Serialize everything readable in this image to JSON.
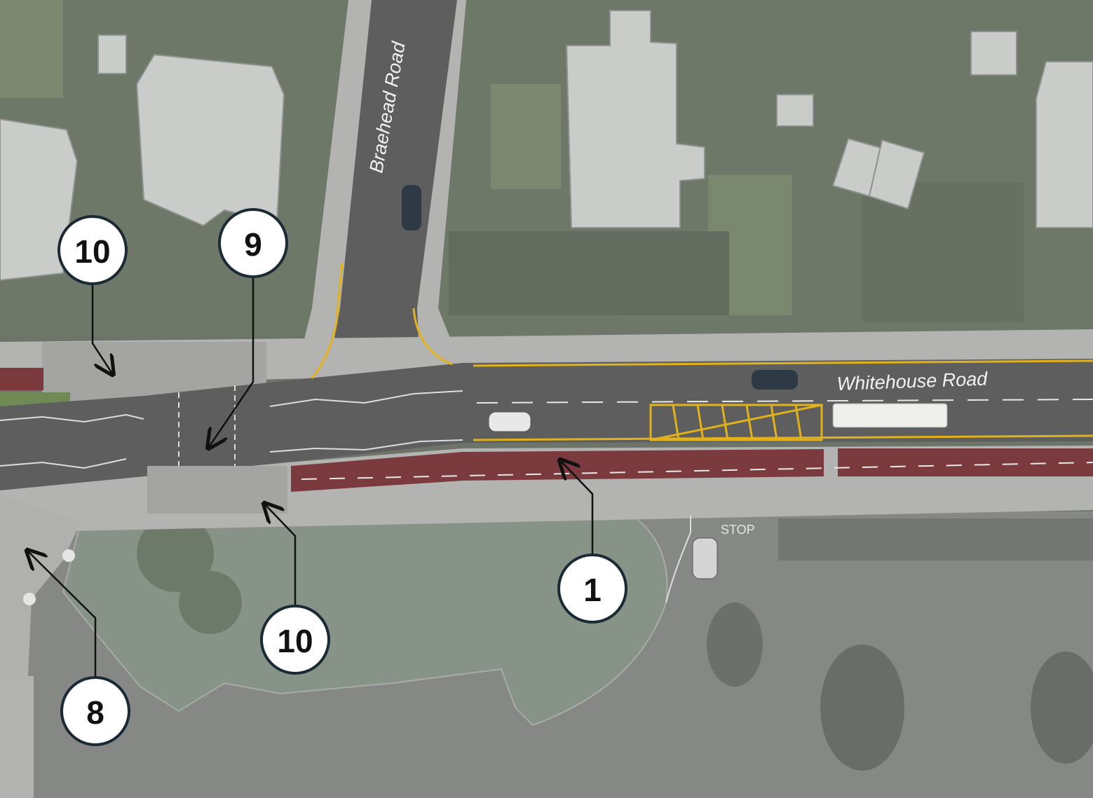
{
  "map": {
    "roads": {
      "braehead": "Braehead Road",
      "whitehouse": "Whitehouse Road"
    },
    "markings": {
      "stop": "STOP"
    },
    "callouts": [
      {
        "label": "10"
      },
      {
        "label": "9"
      },
      {
        "label": "1"
      },
      {
        "label": "10"
      },
      {
        "label": "8"
      }
    ],
    "colors": {
      "carriageway": "#5e5e5e",
      "footpath": "#b3b3b1",
      "cycle_lane": "#7b3b3e",
      "yellow_lines": "#e2b21c",
      "callout_fill": "#ffffff",
      "callout_border": "#1b2b36"
    }
  }
}
